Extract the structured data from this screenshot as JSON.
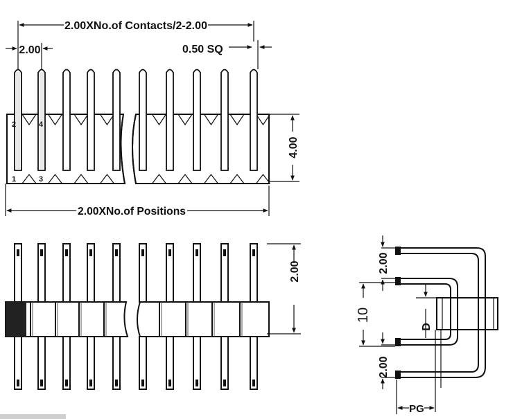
{
  "drawing": {
    "front_view": {
      "label_contacts_span": "2.00XNo.of Contacts/2-2.00",
      "label_pitch": "2.00",
      "label_pin_size": "0.50 SQ",
      "label_height": "4.00",
      "label_positions_span": "2.00XNo.of Positions",
      "pin_numbers": [
        "1",
        "2",
        "3",
        "4"
      ]
    },
    "top_view": {
      "label_row_pitch": "2.00"
    },
    "side_view": {
      "label_pitch_top": "2.00",
      "label_total": "10",
      "label_d": "D",
      "label_pitch_bottom": "2.00",
      "label_pg": "PG"
    }
  }
}
